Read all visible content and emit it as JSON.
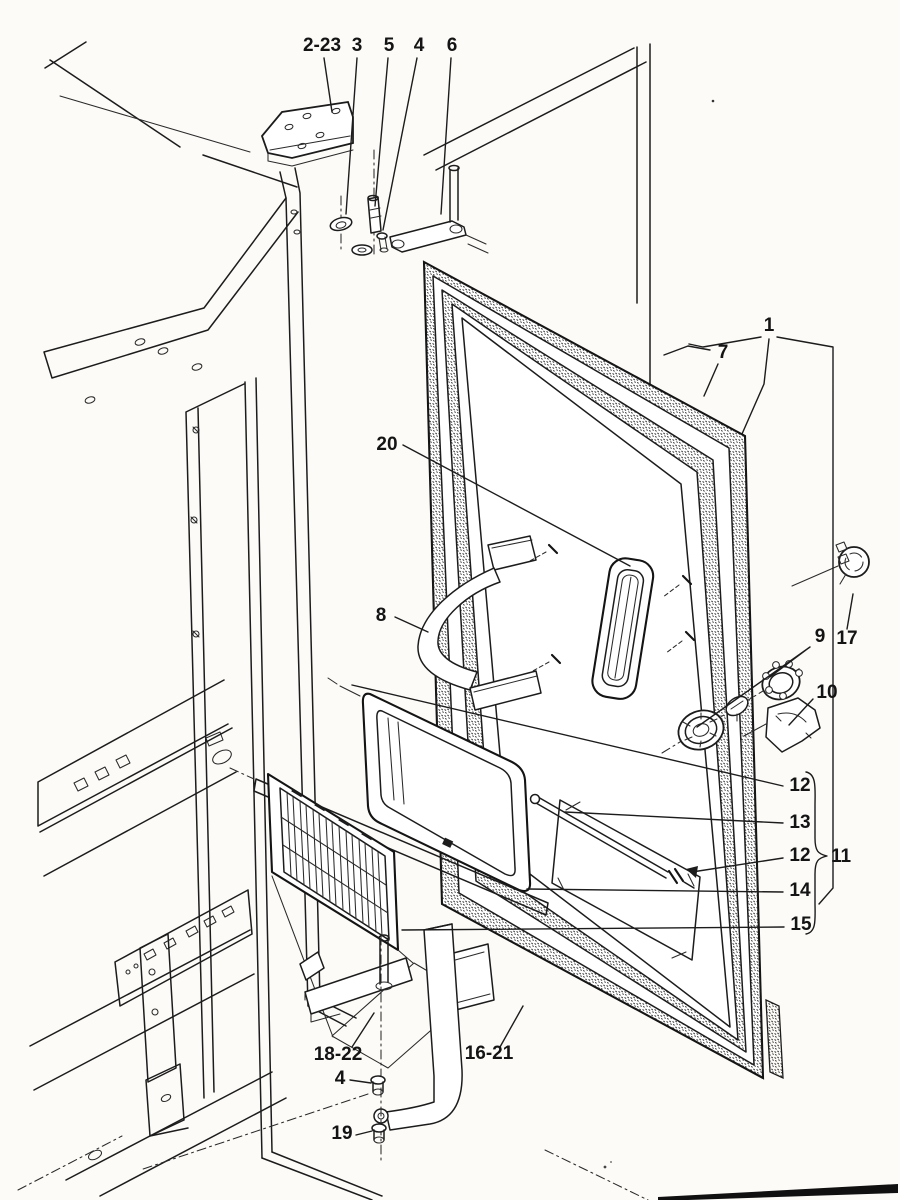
{
  "diagram": {
    "background": "#fcfbf8",
    "ink": "#1c1c1c",
    "description": "Black-and-white exploded parts-view line drawing of an appliance cabinet and door assembly with hinges, lock knobs, latch, handle and vent grille, annotated with numbered callouts",
    "callouts": [
      {
        "label": "2-23"
      },
      {
        "label": "3"
      },
      {
        "label": "5"
      },
      {
        "label": "4"
      },
      {
        "label": "6"
      },
      {
        "label": "1"
      },
      {
        "label": "7"
      },
      {
        "label": "20"
      },
      {
        "label": "8"
      },
      {
        "label": "9"
      },
      {
        "label": "17"
      },
      {
        "label": "10"
      },
      {
        "label": "12"
      },
      {
        "label": "13"
      },
      {
        "label": "12"
      },
      {
        "label": "11"
      },
      {
        "label": "14"
      },
      {
        "label": "15"
      },
      {
        "label": "18-22"
      },
      {
        "label": "16-21"
      },
      {
        "label": "4"
      },
      {
        "label": "19"
      }
    ],
    "artifact_bar_color": "#101010"
  }
}
